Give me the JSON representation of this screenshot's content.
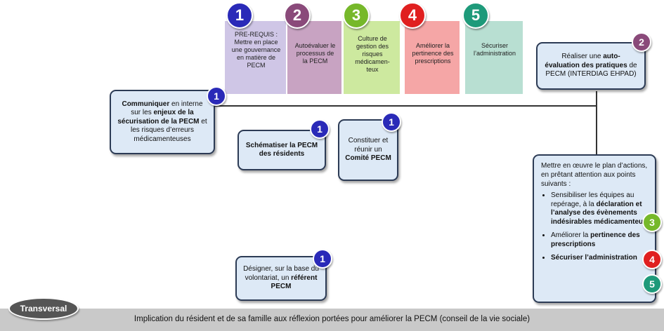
{
  "colors": {
    "c1": "#2a2ab8",
    "c2": "#8a4a7a",
    "c3": "#76b82a",
    "c4": "#e02020",
    "c5": "#1e9a7a",
    "box_bg": "#dde9f6",
    "box_border": "#2c3b55"
  },
  "steps": [
    {
      "num": "1",
      "text": "PRE-REQUIS : Mettre en place une gouvernance en matière de PECM",
      "bg": "#cfc6e6"
    },
    {
      "num": "2",
      "text": "Autoévaluer le processus de la PECM",
      "bg": "#c8a3c2"
    },
    {
      "num": "3",
      "text": "Culture de gestion des risques médicamen-teux",
      "bg": "#cde99f"
    },
    {
      "num": "4",
      "text": "Améliorer la pertinence des prescriptions",
      "bg": "#f5a6a6"
    },
    {
      "num": "5",
      "text": "Sécuriser l’administration",
      "bg": "#b8dfd2"
    }
  ],
  "boxes": {
    "communiquer": {
      "num": "1",
      "b1": "Communiquer",
      "t1": " en interne sur les ",
      "b2": "enjeux de la sécurisation de la PECM",
      "t2": " et les risques d’erreurs médicamenteuses"
    },
    "schematiser": {
      "num": "1",
      "b1": "Schématiser la PECM des résidents"
    },
    "constituer": {
      "num": "1",
      "t1": "Constituer et réunir un ",
      "b1": "Comité PECM"
    },
    "designer": {
      "num": "1",
      "t1": "Désigner, sur la base du volontariat, un ",
      "b1": "référent PECM"
    },
    "realiser": {
      "num": "2",
      "t1": "Réaliser une ",
      "b1": "auto-évaluation des pratiques",
      "t2": " de PECM (INTERDIAG EHPAD)"
    },
    "mettre": {
      "intro": "Mettre en œuvre le plan d’actions, en prêtant attention aux points suivants :",
      "item1_t1": "Sensibiliser les équipes au repérage, à la ",
      "item1_b1": "déclaration et l’analyse des évènements indésirables médicamenteux",
      "item1_num": "3",
      "item2_t1": "Améliorer la ",
      "item2_b1": "pertinence des prescriptions",
      "item2_num": "4",
      "item3_b1": "Sécuriser l’administration",
      "item3_num": "5"
    }
  },
  "transversal": {
    "label": "Transversal",
    "text": "Implication du résident et de sa famille aux réflexion portées pour améliorer la PECM (conseil de la vie sociale)"
  }
}
